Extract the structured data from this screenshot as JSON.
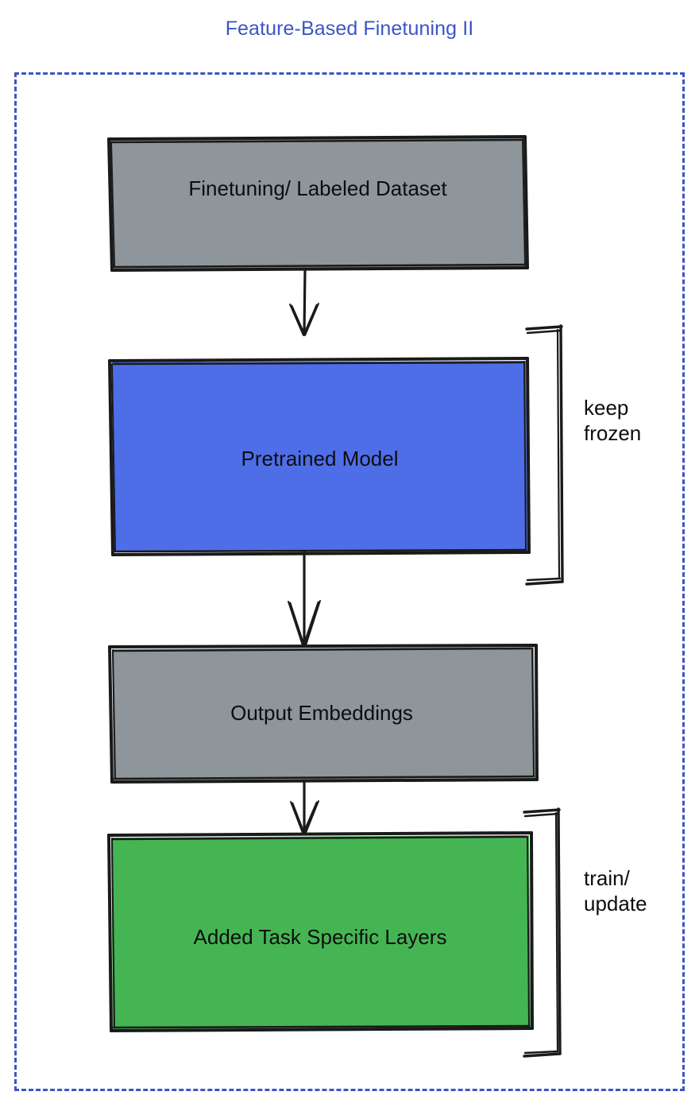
{
  "title": "Feature-Based Finetuning II",
  "colors": {
    "title": "#3b55c6",
    "frame_border": "#3b55c6",
    "gray_fill": "#8e969b",
    "blue_fill": "#4e6ee8",
    "green_fill": "#45b554",
    "stroke": "#1a1a1a",
    "text": "#0d0d0d",
    "background": "#ffffff"
  },
  "nodes": [
    {
      "id": "dataset",
      "label": "Finetuning/ Labeled Dataset",
      "fill": "gray"
    },
    {
      "id": "pretrained",
      "label": "Pretrained Model",
      "fill": "blue"
    },
    {
      "id": "embeddings",
      "label": "Output Embeddings",
      "fill": "gray"
    },
    {
      "id": "task_layers",
      "label": "Added Task Specific Layers",
      "fill": "green"
    }
  ],
  "connectors": [
    {
      "from": "dataset",
      "to": "pretrained",
      "style": "arrow-down"
    },
    {
      "from": "pretrained",
      "to": "embeddings",
      "style": "arrow-down"
    },
    {
      "from": "embeddings",
      "to": "task_layers",
      "style": "arrow-down"
    }
  ],
  "brackets": [
    {
      "id": "frozen",
      "label": "keep\nfrozen",
      "spans": [
        "pretrained"
      ]
    },
    {
      "id": "trained",
      "label": "train/\nupdate",
      "spans": [
        "task_layers"
      ]
    }
  ]
}
